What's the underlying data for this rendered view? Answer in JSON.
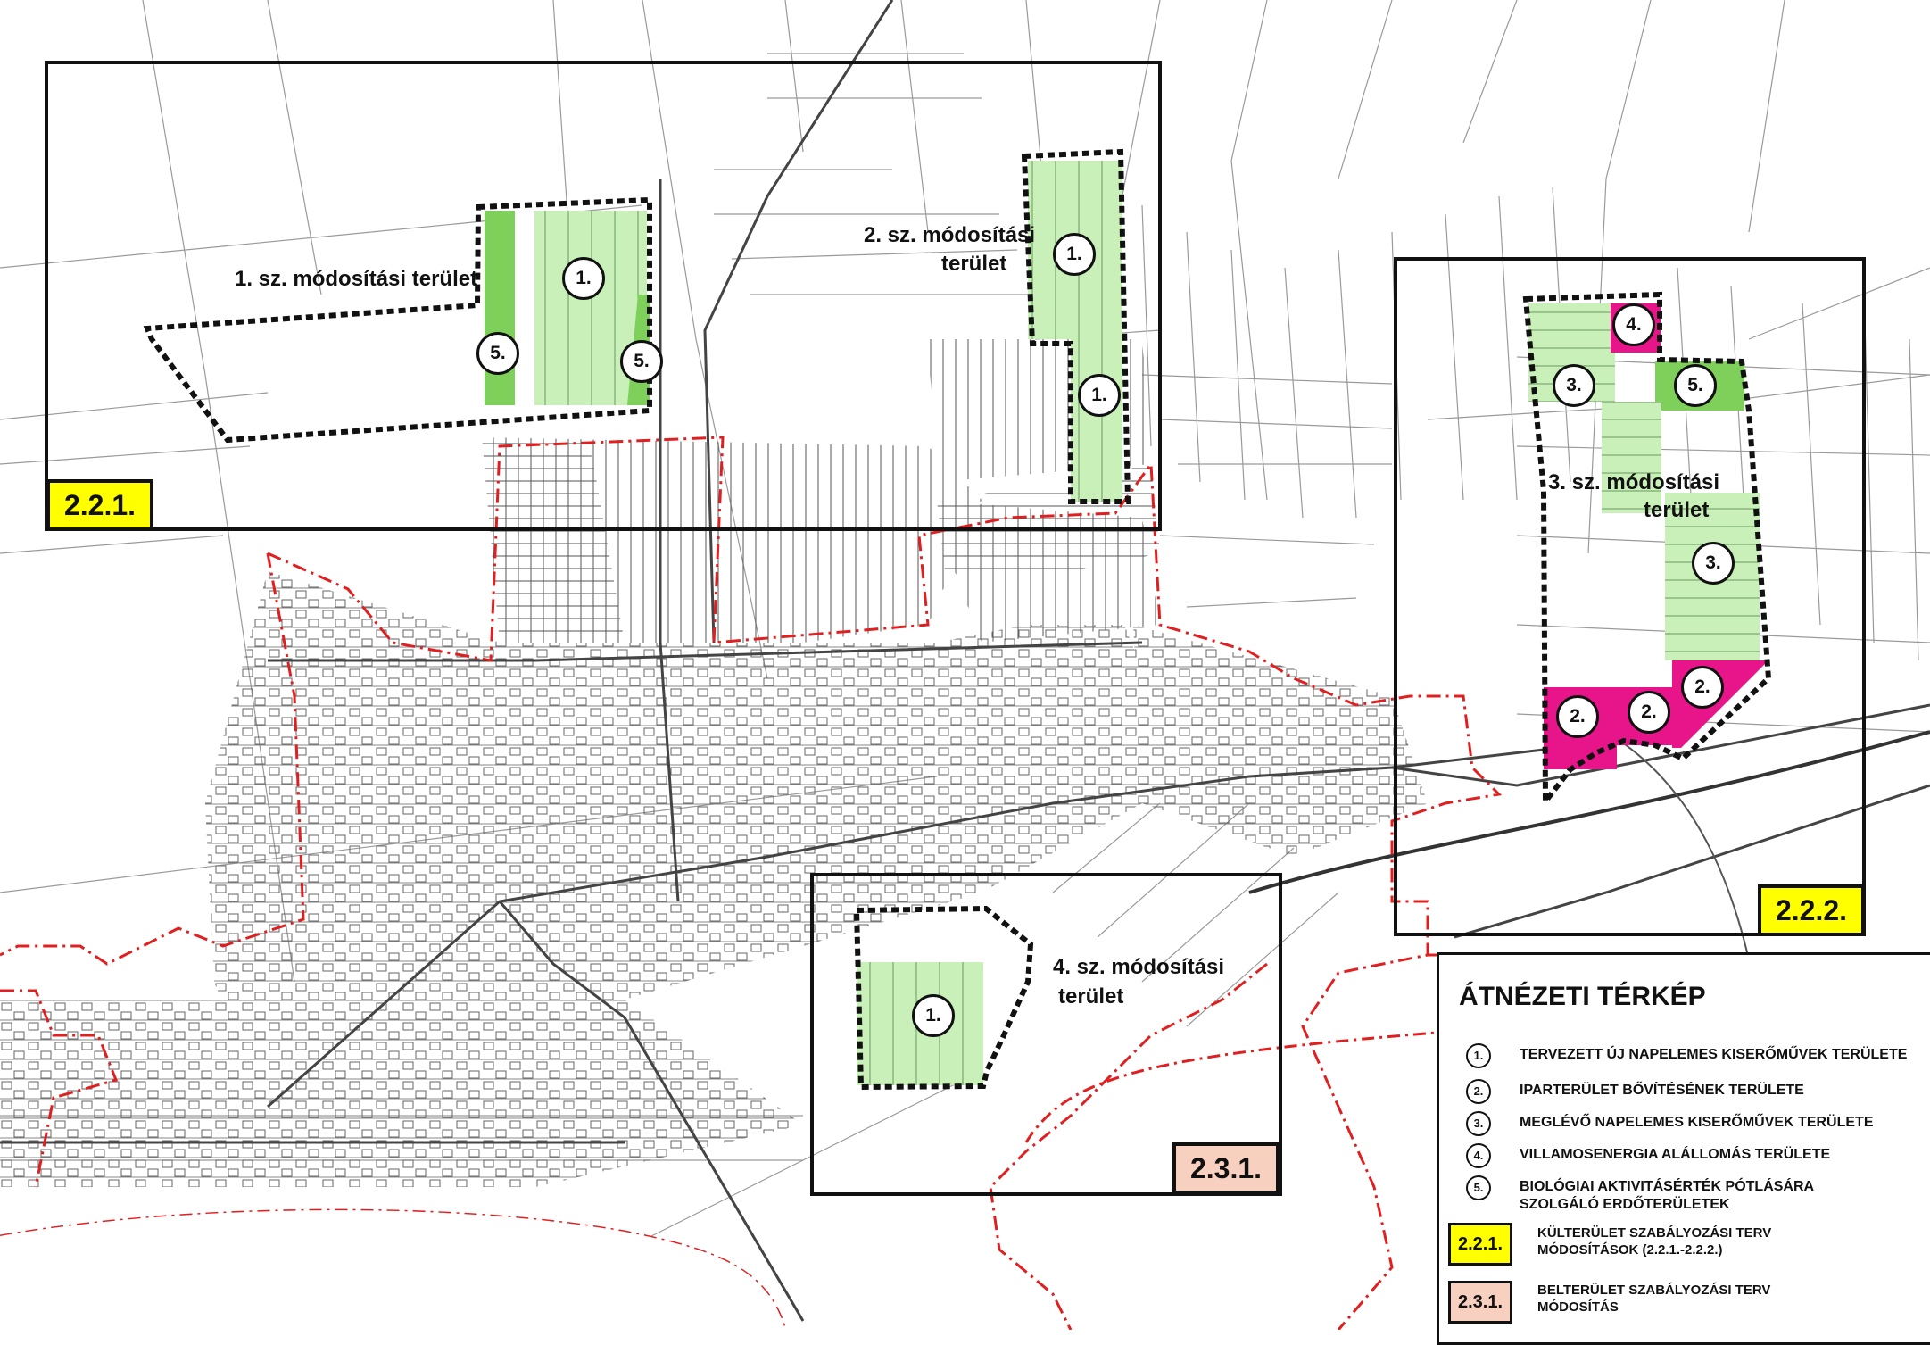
{
  "colors": {
    "new_solar": "#c8f0b8",
    "industrial": "#e8148a",
    "existing_solar": "#c8f0b8",
    "substation": "#e8148a",
    "forest": "#7ed05a",
    "inner_boundary": "#e02020",
    "river": "#e02020",
    "tag_2_2": "#ffff00",
    "tag_2_3": "#f8d0c0"
  },
  "areas": {
    "area1": {
      "label": "1. sz. módosítási terület",
      "zones": [
        "1.",
        "5.",
        "5."
      ]
    },
    "area2": {
      "label_line1": "2. sz. módosítási",
      "label_line2": "terület",
      "zones": [
        "1.",
        "1."
      ]
    },
    "area3": {
      "label_line1": "3. sz. módosítási",
      "label_line2": "terület",
      "zones": [
        "4.",
        "3.",
        "5.",
        "3.",
        "2.",
        "2.",
        "2."
      ]
    },
    "area4": {
      "label_line1": "4. sz. módosítási",
      "label_line2": "terület",
      "zones": [
        "1."
      ]
    }
  },
  "tags": {
    "t221": "2.2.1.",
    "t222": "2.2.2.",
    "t231": "2.3.1."
  },
  "legend": {
    "title": "ÁTNÉZETI TÉRKÉP",
    "items": [
      {
        "num": "1.",
        "text": "TERVEZETT ÚJ NAPELEMES KISERŐMŰVEK TERÜLETE"
      },
      {
        "num": "2.",
        "text": "IPARTERÜLET BŐVÍTÉSÉNEK TERÜLETE"
      },
      {
        "num": "3.",
        "text": "MEGLÉVŐ NAPELEMES KISERŐMŰVEK TERÜLETE"
      },
      {
        "num": "4.",
        "text": "VILLAMOSENERGIA ALÁLLOMÁS TERÜLETE"
      },
      {
        "num": "5.",
        "text": "BIOLÓGIAI AKTIVITÁSÉRTÉK PÓTLÁSÁRA SZOLGÁLÓ ERDŐTERÜLETEK"
      }
    ],
    "tag_items": [
      {
        "tag": "2.2.1.",
        "text": "KÜLTERÜLET SZABÁLYOZÁSI TERV MÓDOSÍTÁSOK (2.2.1.-2.2.2.)"
      },
      {
        "tag": "2.3.1.",
        "text": "BELTERÜLET SZABÁLYOZÁSI TERV MÓDOSÍTÁS"
      }
    ]
  }
}
